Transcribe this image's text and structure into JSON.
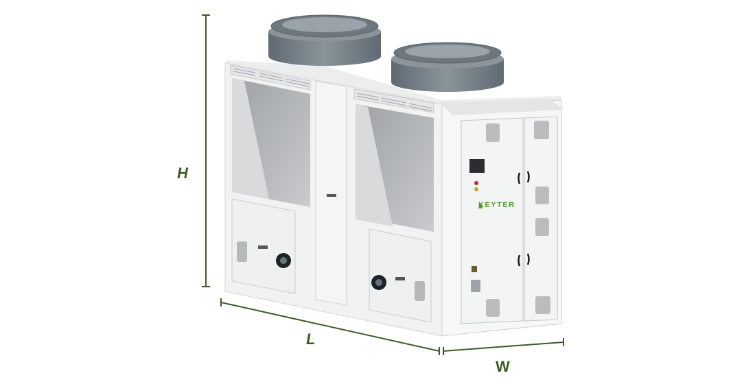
{
  "dimensions": {
    "height_label": "H",
    "length_label": "L",
    "width_label": "W"
  },
  "unit": {
    "brand": "KEYTER",
    "brand_color": "#4f9a2c",
    "dimension_color": "#3d5a24",
    "fan_color": "#7c868e"
  }
}
